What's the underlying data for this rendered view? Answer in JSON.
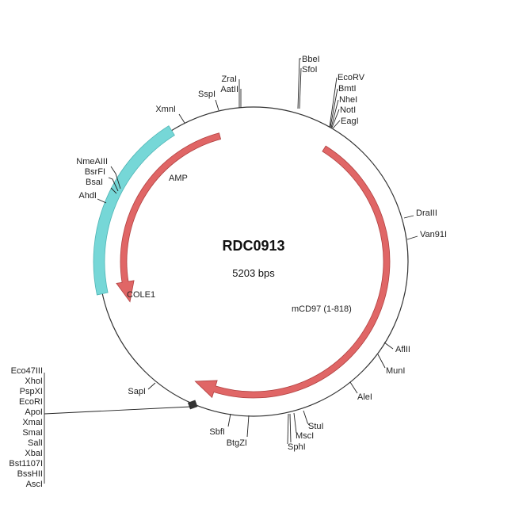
{
  "plasmid": {
    "name": "RDC0913",
    "size_label": "5203 bps"
  },
  "features": {
    "amp": {
      "label": "AMP",
      "color": "#e06666"
    },
    "mcd97": {
      "label": "mCD97 (1-818)",
      "color": "#e06666"
    },
    "cole1": {
      "label": "COLE1",
      "color": "#76d7d7"
    }
  },
  "sites": {
    "bbei": "BbeI",
    "sfoi": "SfoI",
    "ecorv": "EcoRV",
    "bmti": "BmtI",
    "nhei": "NheI",
    "noti": "NotI",
    "eagi": "EagI",
    "zrai": "ZraI",
    "aatii": "AatII",
    "sspi": "SspI",
    "xmni": "XmnI",
    "nmeaiii": "NmeAIII",
    "bsrfi": "BsrFI",
    "bsai": "BsaI",
    "ahdi": "AhdI",
    "draiii": "DraIII",
    "van91i": "Van91I",
    "aflii": "AflII",
    "muni": "MunI",
    "alei": "AleI",
    "stui": "StuI",
    "msci": "MscI",
    "sphi": "SphI",
    "sbfi": "SbfI",
    "btgzi": "BtgZI",
    "sapi": "SapI",
    "mcs": [
      "Eco47III",
      "XhoI",
      "PspXI",
      "EcoRI",
      "ApoI",
      "XmaI",
      "SmaI",
      "SalI",
      "XbaI",
      "Bst1107I",
      "BssHII",
      "AscI"
    ]
  }
}
